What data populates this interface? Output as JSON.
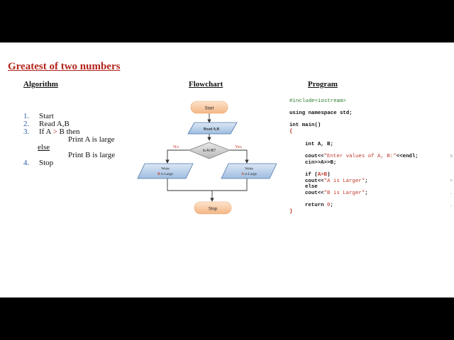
{
  "title": "Greatest of two numbers",
  "headings": {
    "algorithm": "Algorithm",
    "flowchart": "Flowchart",
    "program": "Program"
  },
  "algorithm": {
    "steps": [
      {
        "num": "1.",
        "text": "Start"
      },
      {
        "num": "2.",
        "text": "Read A,B"
      },
      {
        "num": "3.",
        "pre": "If A ",
        "op": ">",
        "post": " B then"
      },
      {
        "num": "4.",
        "text": "Stop"
      }
    ],
    "then_action": "Print A is large",
    "else_label": "else",
    "else_action": "Print B is large"
  },
  "flowchart": {
    "start": "Start",
    "read": "Read  A,B",
    "decision": "Is A>B?",
    "no": "No",
    "yes": "Yes",
    "write_left_1": "Write",
    "write_left_var": "B",
    "write_left_rest": " is Large",
    "write_right_1": "Write",
    "write_right_var": "A",
    "write_right_rest": " is Large",
    "stop": "Stop",
    "colors": {
      "terminal": "#f8c9a3",
      "io": "#b6cde8",
      "io_edge": "#4f78a8",
      "decision": "#cfcfcf",
      "label_red": "#c0392b",
      "line": "#333333"
    }
  },
  "program": {
    "include": "#include<iostream>",
    "using": "using namespace std;",
    "main": "int main()",
    "open": "{",
    "decl": "int A, B;",
    "cout_prompt_a": "cout<<",
    "cout_prompt_str": "\"Enter values of A, B:\"",
    "cout_prompt_b": "<<endl;",
    "frag1": "s",
    "cin": "cin>>A>>B;",
    "if_a": "if (",
    "if_cond": "A>B",
    "if_b": ")",
    "cout_a1": "cout<<",
    "cout_a_str": "\"A is Larger\"",
    "cout_a2": ";",
    "frag2": ">",
    "else": "else",
    "cout_b1": "cout<<",
    "cout_b_str": "\"B is Larger\"",
    "cout_b2": ";",
    "frag3": ".",
    "ret_a": "return ",
    "ret_num": "0",
    "ret_b": ";",
    "frag4": ".",
    "close": "}"
  }
}
